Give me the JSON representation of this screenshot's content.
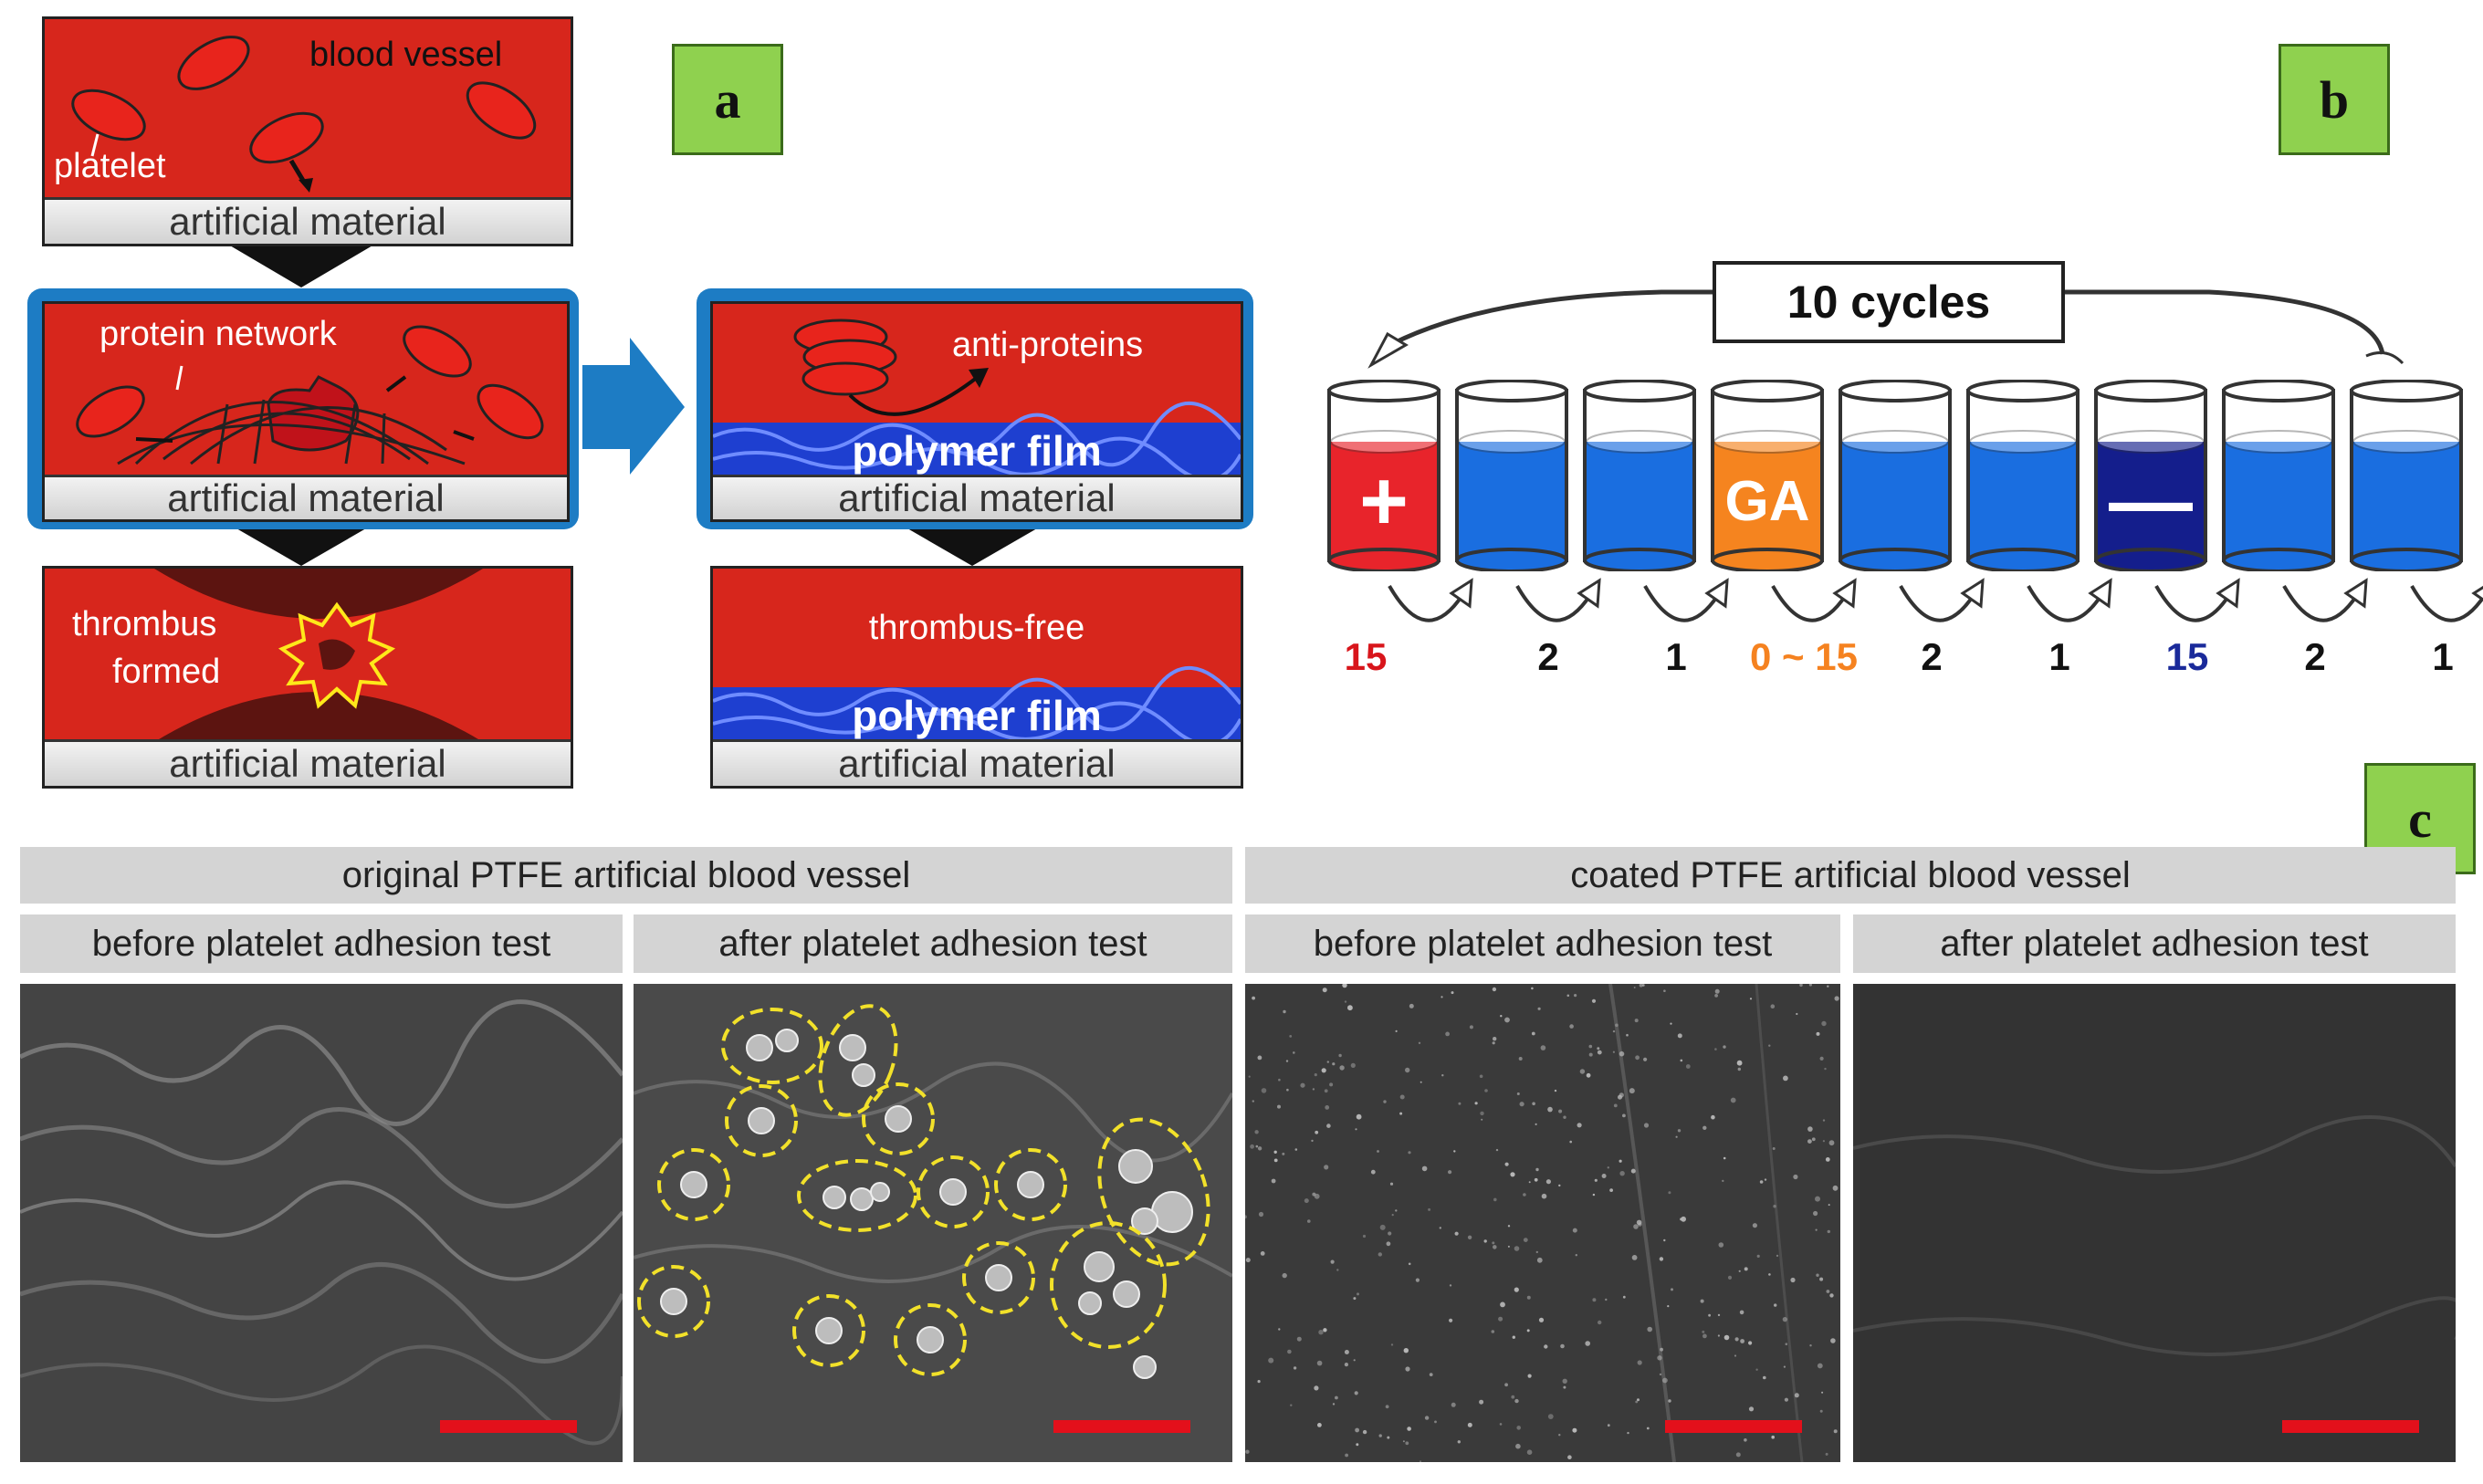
{
  "panels": {
    "a": "a",
    "b": "b",
    "c": "c"
  },
  "schematic": {
    "box1": {
      "title": "blood vessel",
      "platelet": "platelet",
      "base": "artificial material"
    },
    "box2": {
      "label": "protein network",
      "base": "artificial material"
    },
    "box3": {
      "label_line1": "thrombus",
      "label_line2": "formed",
      "base": "artificial material"
    },
    "box4": {
      "label": "anti-proteins",
      "film": "polymer film",
      "base": "artificial material"
    },
    "box5": {
      "label": "thrombus-free",
      "film": "polymer film",
      "base": "artificial material"
    }
  },
  "lbl_process": {
    "cycles": "10 cycles",
    "beakers": [
      {
        "symbol": "+",
        "time": "15",
        "liquid": "#e8242b",
        "time_color": "#d8151b"
      },
      {
        "symbol": "",
        "time": "2",
        "liquid": "#1a6ee0",
        "time_color": "#111111"
      },
      {
        "symbol": "",
        "time": "1",
        "liquid": "#1a6ee0",
        "time_color": "#111111"
      },
      {
        "symbol": "GA",
        "time": "0 ~ 15",
        "liquid": "#f5841f",
        "time_color": "#f58220"
      },
      {
        "symbol": "",
        "time": "2",
        "liquid": "#1a6ee0",
        "time_color": "#111111"
      },
      {
        "symbol": "",
        "time": "1",
        "liquid": "#1a6ee0",
        "time_color": "#111111"
      },
      {
        "symbol": "—",
        "time": "15",
        "liquid": "#141e8c",
        "time_color": "#1a2a9a"
      },
      {
        "symbol": "",
        "time": "2",
        "liquid": "#1a6ee0",
        "time_color": "#111111"
      },
      {
        "symbol": "",
        "time": "1",
        "liquid": "#1a6ee0",
        "time_color": "#111111"
      }
    ]
  },
  "sem": {
    "group_original": "original PTFE artificial blood vessel",
    "group_coated": "coated PTFE artificial blood vessel",
    "col_labels": [
      "before platelet adhesion test",
      "after platelet adhesion test",
      "before platelet adhesion test",
      "after platelet adhesion test"
    ]
  },
  "colors": {
    "vessel_red": "#d7261c",
    "frame_blue": "#1d7cc4",
    "film_blue": "#1e3fd0",
    "tag_green": "#8fd14f",
    "scale_red": "#e3101b"
  }
}
